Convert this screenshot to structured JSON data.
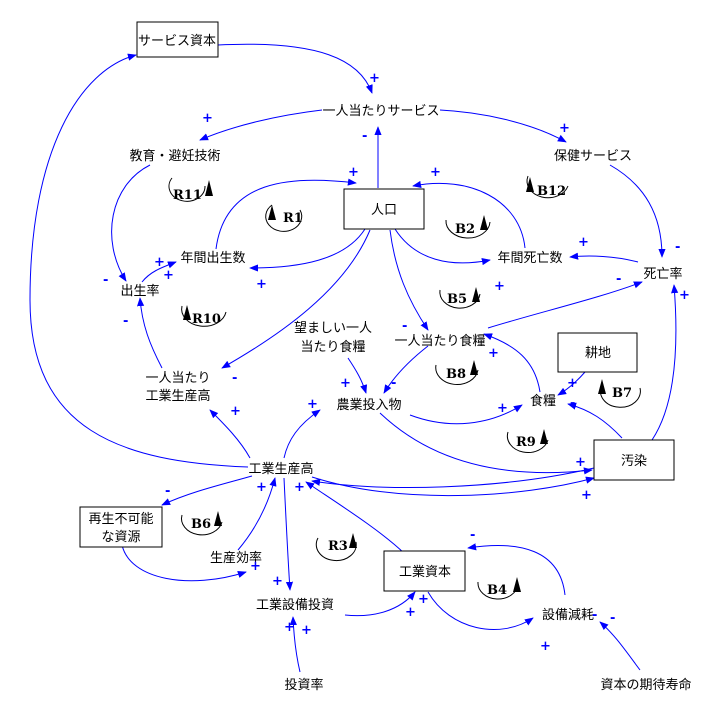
{
  "stocks": {
    "service_capital": "サービス資本",
    "population": "人口",
    "arable_land": "耕地",
    "pollution": "汚染",
    "nonrenewable": [
      "再生不可能",
      "な資源"
    ],
    "industrial_capital": "工業資本"
  },
  "variables": {
    "service_per_capita": "一人当たりサービス",
    "education": "教育・避妊技術",
    "health_services": "保健サービス",
    "birth_rate": "出生率",
    "births": "年間出生数",
    "deaths": "年間死亡数",
    "death_rate": "死亡率",
    "desired_food": [
      "望ましい一人",
      "当たり食糧"
    ],
    "food_per_capita": "一人当たり食糧",
    "industrial_output_per_capita": [
      "一人当たり",
      "工業生産高"
    ],
    "agricultural_inputs": "農業投入物",
    "food": "食糧",
    "industrial_output": "工業生産高",
    "productivity": "生産効率",
    "investment": "工業設備投資",
    "depreciation": "設備減耗",
    "investment_rate": "投資率",
    "capital_lifetime": "資本の期待寿命"
  },
  "loops": {
    "R11": "R11",
    "B12": "B12",
    "R1": "R1",
    "B2": "B2",
    "R10": "R10",
    "B5": "B5",
    "B8": "B8",
    "B7": "B7",
    "R9": "R9",
    "B6": "B6",
    "R3": "R3",
    "B4": "B4"
  },
  "polarity": {
    "plus": "+",
    "minus": "-"
  },
  "colors": {
    "link": "#0000ff",
    "text": "#000000",
    "loop": "#000000"
  }
}
